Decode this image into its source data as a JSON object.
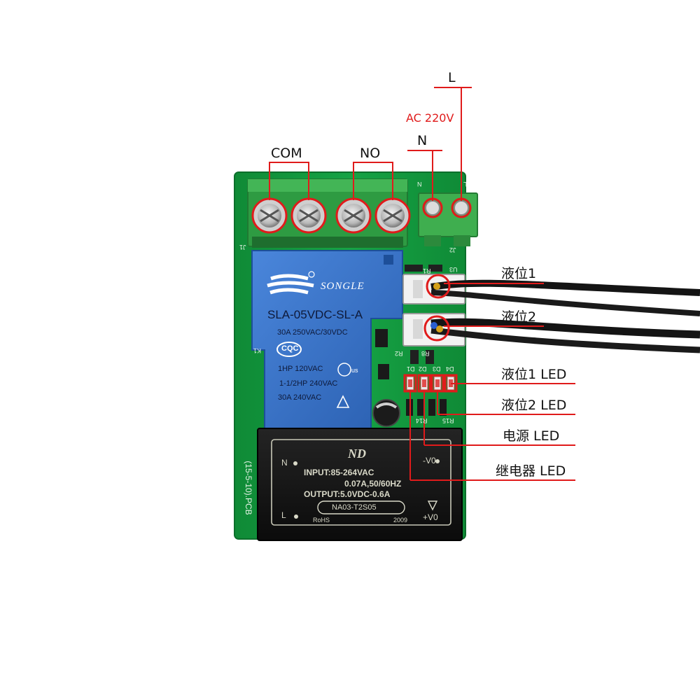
{
  "labels": {
    "com": "COM",
    "no": "NO",
    "n": "N",
    "l": "L",
    "ac": "AC 220V",
    "level1": "液位1",
    "level2": "液位2",
    "level1_led": "液位1 LED",
    "level2_led": "液位2 LED",
    "power_led": "电源 LED",
    "relay_led": "继电器 LED"
  },
  "relay": {
    "brand": "SONGLE",
    "model": "SLA-05VDC-SL-A",
    "rating": "30A  250VAC/30VDC",
    "cert": "CQC",
    "line1": "1HP 120VAC",
    "line2": "1-1/2HP 240VAC",
    "line3": "30A 240VAC",
    "ul": "us"
  },
  "psu": {
    "logo": "ND",
    "input": "INPUT:85-264VAC",
    "current": "0.07A,50/60HZ",
    "output": "OUTPUT:5.0VDC-0.6A",
    "model": "NA03-T2S05",
    "rohs": "RoHS",
    "year": "2009",
    "pin_n": "N",
    "pin_l": "L",
    "pin_vneg": "-V0",
    "pin_vpos": "+V0"
  },
  "pcb": {
    "version": "(15-5-10).PCB",
    "silk_j1": "J1",
    "silk_j2": "J2",
    "silk_u3": "U3",
    "silk_n": "N",
    "silk_l": "L",
    "silk_k1": "K1",
    "silk_d1": "D1",
    "silk_d2": "D2",
    "silk_d3": "D3",
    "silk_d4": "D4",
    "silk_r1": "R1",
    "silk_r2": "R2",
    "silk_r8": "R8",
    "silk_r14": "R14",
    "silk_r15": "R15"
  },
  "colors": {
    "annotation_red": "#e01b1b",
    "pcb_green": "#129a3c",
    "relay_blue": "#2f6cc4",
    "terminal_green": "#3aa84a",
    "psu_black": "#141414"
  }
}
